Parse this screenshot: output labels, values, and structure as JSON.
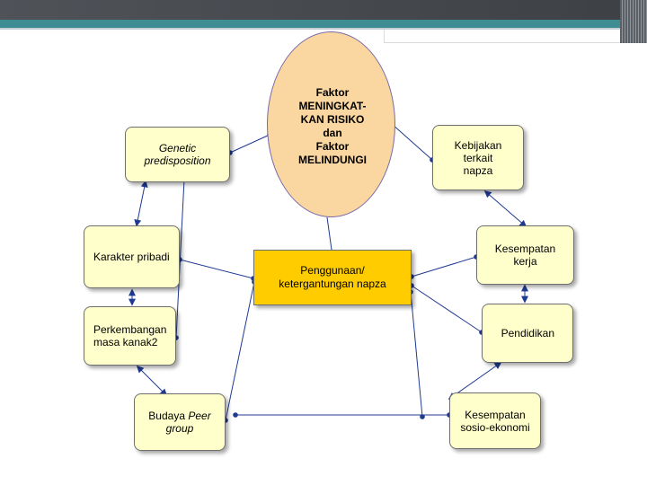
{
  "diagram": {
    "ellipse": {
      "text": "Faktor\nMENINGKAT-\nKAN RISIKO\n     dan\n      Faktor\nMELINDUNGI"
    },
    "center": {
      "text": "Penggunaan/\nketergantungan napza"
    },
    "left": {
      "genetic": "Genetic\npredisposition",
      "karakter": "Karakter pribadi",
      "perkembangan": "Perkembangan\nmasa kanak2",
      "budaya_prefix": "Budaya ",
      "budaya_italic": "Peer",
      "budaya_suffix": "\ngroup"
    },
    "right": {
      "kebijakan": "Kebijakan\nterkait\nnapza",
      "kesempatan_kerja": "Kesempatan\nkerja",
      "pendidikan": "Pendidikan",
      "sosio": "Kesempatan\nsosio-ekonomi"
    },
    "colors": {
      "box_fill": "#ffffcc",
      "center_fill": "#ffcc00",
      "ellipse_fill": "#fad7a0",
      "connector": "#1f3a93"
    }
  }
}
